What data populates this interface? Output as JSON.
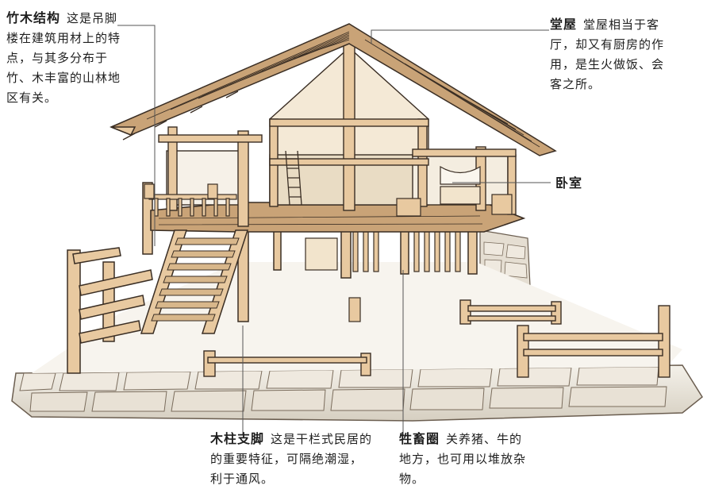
{
  "callouts": {
    "structure": {
      "term": "竹木结构",
      "text": "这是吊脚楼在建筑用材上的特点，与其多分布于竹、木丰富的山林地区有关。"
    },
    "hall": {
      "term": "堂屋",
      "text": "堂屋相当于客厅，却又有厨房的作用，是生火做饭、会客之所。"
    },
    "bedroom": {
      "term": "卧室",
      "text": ""
    },
    "pillar": {
      "term": "木柱支脚",
      "text": "这是干栏式民居的的重要特征，可隔绝潮湿，利于通风。"
    },
    "pen": {
      "term": "牲畜圈",
      "text": "关养猪、牛的地方，也可用以堆放杂物。"
    }
  },
  "colors": {
    "wood": "#e8c9a0",
    "wood_dark": "#c9a377",
    "ink": "#3a2e24",
    "stone": "#ece6dc",
    "shadow": "#d9d2c5",
    "leader": "#555555"
  }
}
